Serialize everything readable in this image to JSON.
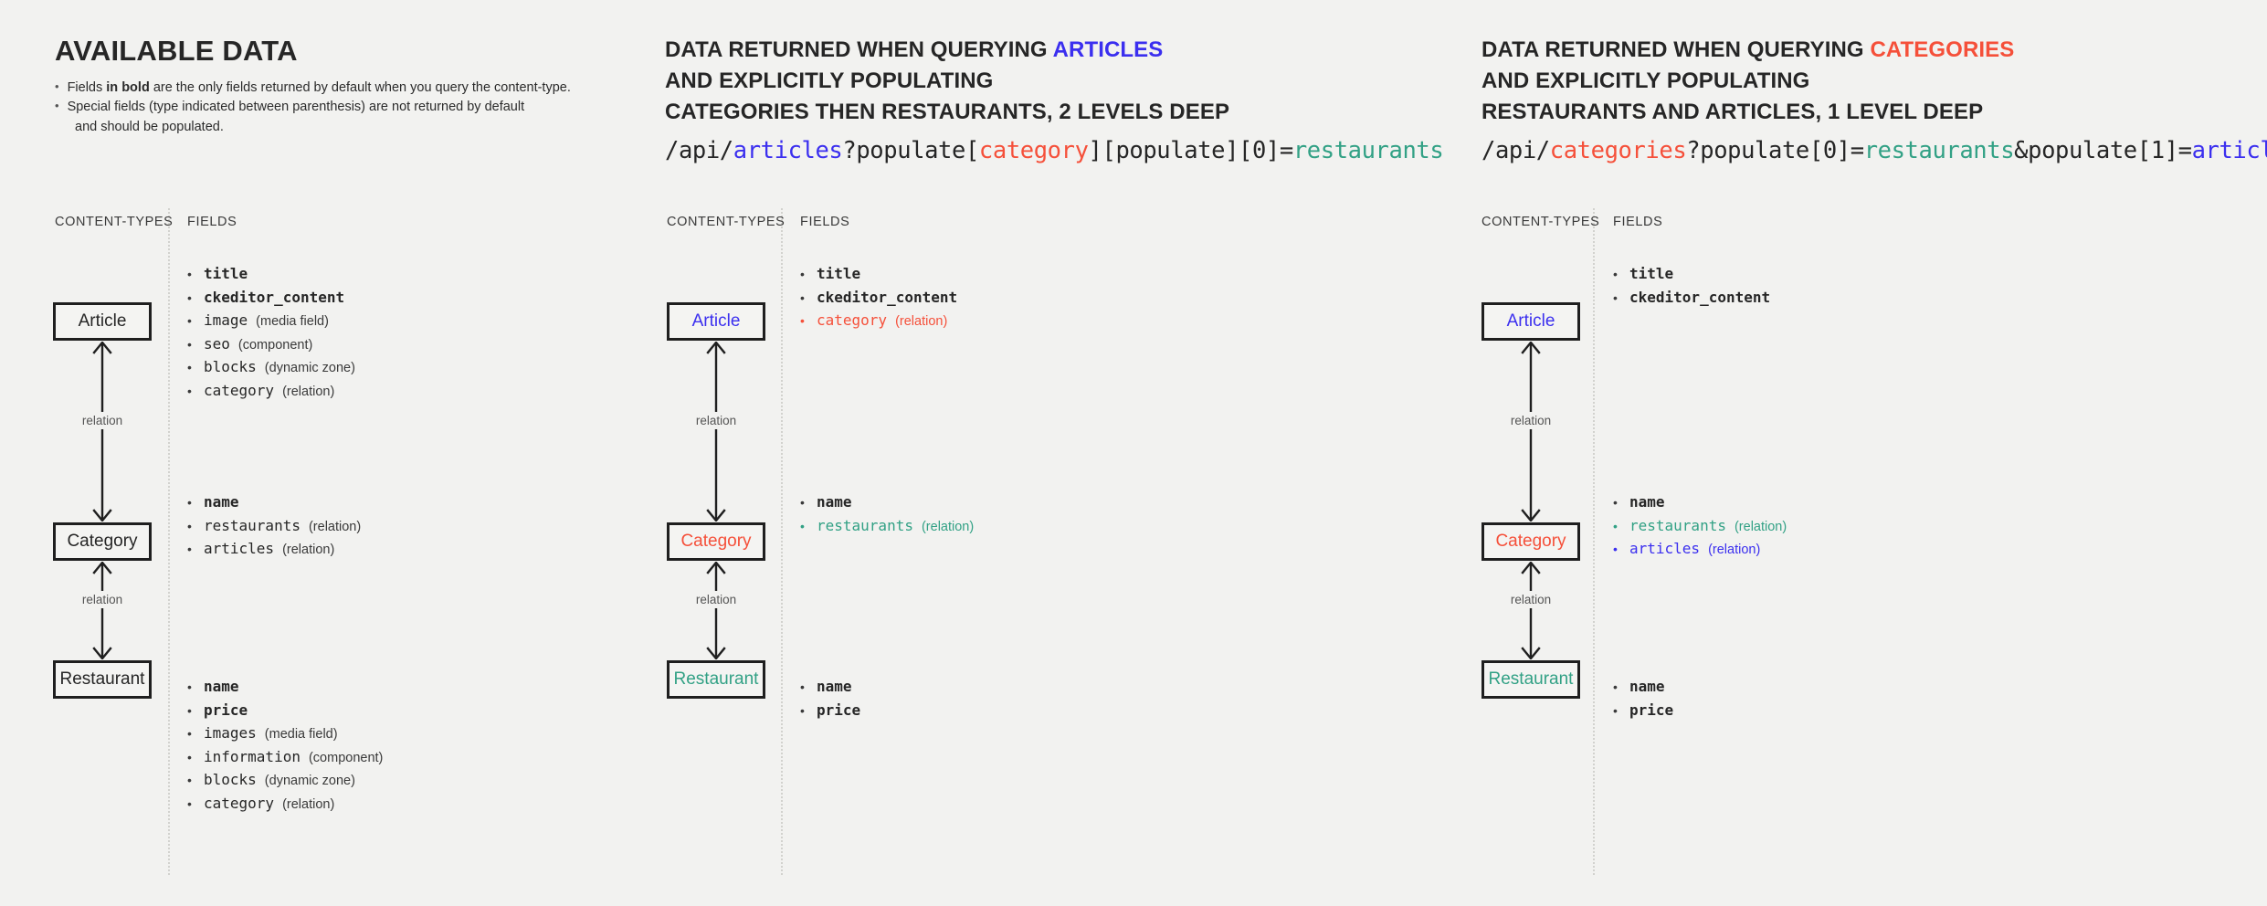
{
  "colors": {
    "blue": "#3b2fef",
    "red": "#f5503a",
    "teal": "#32a185",
    "background": "#f2f2f0",
    "text": "#262626"
  },
  "columns": [
    {
      "id": "available-data",
      "title": "AVAILABLE DATA",
      "notes": [
        {
          "lead": "Fields ",
          "strong": "in bold",
          "tail": " are the only fields returned by default when you query the content-type."
        },
        {
          "lead": "Special fields (type indicated between parenthesis) are not returned by default",
          "strong": "",
          "tail": "",
          "continuation": "and should be populated."
        }
      ],
      "subheaders": {
        "content_types": "CONTENT-TYPES",
        "fields": "FIELDS"
      },
      "relation_labels": [
        "relation",
        "relation"
      ],
      "nodes": [
        {
          "label": "Article",
          "color": "text"
        },
        {
          "label": "Category",
          "color": "text"
        },
        {
          "label": "Restaurant",
          "color": "text"
        }
      ],
      "field_groups": [
        {
          "for": "Article",
          "fields": [
            {
              "name": "title",
              "type": "",
              "bold": true,
              "color": "text"
            },
            {
              "name": "ckeditor_content",
              "type": "",
              "bold": true,
              "color": "text"
            },
            {
              "name": "image",
              "type": "(media field)",
              "bold": false,
              "color": "text"
            },
            {
              "name": "seo",
              "type": "(component)",
              "bold": false,
              "color": "text"
            },
            {
              "name": "blocks",
              "type": "(dynamic zone)",
              "bold": false,
              "color": "text"
            },
            {
              "name": "category",
              "type": "(relation)",
              "bold": false,
              "color": "text"
            }
          ]
        },
        {
          "for": "Category",
          "fields": [
            {
              "name": "name",
              "type": "",
              "bold": true,
              "color": "text"
            },
            {
              "name": "restaurants",
              "type": "(relation)",
              "bold": false,
              "color": "text"
            },
            {
              "name": "articles",
              "type": "(relation)",
              "bold": false,
              "color": "text"
            }
          ]
        },
        {
          "for": "Restaurant",
          "fields": [
            {
              "name": "name",
              "type": "",
              "bold": true,
              "color": "text"
            },
            {
              "name": "price",
              "type": "",
              "bold": true,
              "color": "text"
            },
            {
              "name": "images",
              "type": "(media field)",
              "bold": false,
              "color": "text"
            },
            {
              "name": "information",
              "type": "(component)",
              "bold": false,
              "color": "text"
            },
            {
              "name": "blocks",
              "type": "(dynamic zone)",
              "bold": false,
              "color": "text"
            },
            {
              "name": "category",
              "type": "(relation)",
              "bold": false,
              "color": "text"
            }
          ]
        }
      ]
    },
    {
      "id": "query-articles",
      "title_lines": [
        {
          "plain": "DATA RETURNED WHEN QUERYING ",
          "accent": "ARTICLES",
          "accent_color": "blue"
        },
        {
          "plain": "AND EXPLICITLY POPULATING",
          "accent": "",
          "accent_color": ""
        },
        {
          "plain": "CATEGORIES THEN RESTAURANTS, 2 LEVELS DEEP",
          "accent": "",
          "accent_color": ""
        }
      ],
      "api_tokens": [
        {
          "text": "/api/",
          "color": "text"
        },
        {
          "text": "articles",
          "color": "blue"
        },
        {
          "text": "?populate[",
          "color": "text"
        },
        {
          "text": "category",
          "color": "red"
        },
        {
          "text": "][populate][0]=",
          "color": "text"
        },
        {
          "text": "restaurants",
          "color": "teal"
        }
      ],
      "subheaders": {
        "content_types": "CONTENT-TYPES",
        "fields": "FIELDS"
      },
      "relation_labels": [
        "relation",
        "relation"
      ],
      "nodes": [
        {
          "label": "Article",
          "color": "blue"
        },
        {
          "label": "Category",
          "color": "red"
        },
        {
          "label": "Restaurant",
          "color": "teal"
        }
      ],
      "field_groups": [
        {
          "for": "Article",
          "fields": [
            {
              "name": "title",
              "type": "",
              "bold": true,
              "color": "text"
            },
            {
              "name": "ckeditor_content",
              "type": "",
              "bold": true,
              "color": "text"
            },
            {
              "name": "category",
              "type": "(relation)",
              "bold": false,
              "color": "red"
            }
          ]
        },
        {
          "for": "Category",
          "fields": [
            {
              "name": "name",
              "type": "",
              "bold": true,
              "color": "text"
            },
            {
              "name": "restaurants",
              "type": "(relation)",
              "bold": false,
              "color": "teal"
            }
          ]
        },
        {
          "for": "Restaurant",
          "fields": [
            {
              "name": "name",
              "type": "",
              "bold": true,
              "color": "text"
            },
            {
              "name": "price",
              "type": "",
              "bold": true,
              "color": "text"
            }
          ]
        }
      ]
    },
    {
      "id": "query-categories",
      "title_lines": [
        {
          "plain": "DATA RETURNED WHEN QUERYING ",
          "accent": "CATEGORIES",
          "accent_color": "red"
        },
        {
          "plain": "AND EXPLICITLY POPULATING",
          "accent": "",
          "accent_color": ""
        },
        {
          "plain": "RESTAURANTS AND ARTICLES, 1 LEVEL DEEP",
          "accent": "",
          "accent_color": ""
        }
      ],
      "api_tokens": [
        {
          "text": "/api/",
          "color": "text"
        },
        {
          "text": "categories",
          "color": "red"
        },
        {
          "text": "?populate[0]=",
          "color": "text"
        },
        {
          "text": "restaurants",
          "color": "teal"
        },
        {
          "text": "&populate[1]=",
          "color": "text"
        },
        {
          "text": "articles",
          "color": "blue"
        }
      ],
      "subheaders": {
        "content_types": "CONTENT-TYPES",
        "fields": "FIELDS"
      },
      "relation_labels": [
        "relation",
        "relation"
      ],
      "nodes": [
        {
          "label": "Article",
          "color": "blue"
        },
        {
          "label": "Category",
          "color": "red"
        },
        {
          "label": "Restaurant",
          "color": "teal"
        }
      ],
      "field_groups": [
        {
          "for": "Article",
          "fields": [
            {
              "name": "title",
              "type": "",
              "bold": true,
              "color": "text"
            },
            {
              "name": "ckeditor_content",
              "type": "",
              "bold": true,
              "color": "text"
            }
          ]
        },
        {
          "for": "Category",
          "fields": [
            {
              "name": "name",
              "type": "",
              "bold": true,
              "color": "text"
            },
            {
              "name": "restaurants",
              "type": "(relation)",
              "bold": false,
              "color": "teal"
            },
            {
              "name": "articles",
              "type": "(relation)",
              "bold": false,
              "color": "blue"
            }
          ]
        },
        {
          "for": "Restaurant",
          "fields": [
            {
              "name": "name",
              "type": "",
              "bold": true,
              "color": "text"
            },
            {
              "name": "price",
              "type": "",
              "bold": true,
              "color": "text"
            }
          ]
        }
      ]
    }
  ]
}
